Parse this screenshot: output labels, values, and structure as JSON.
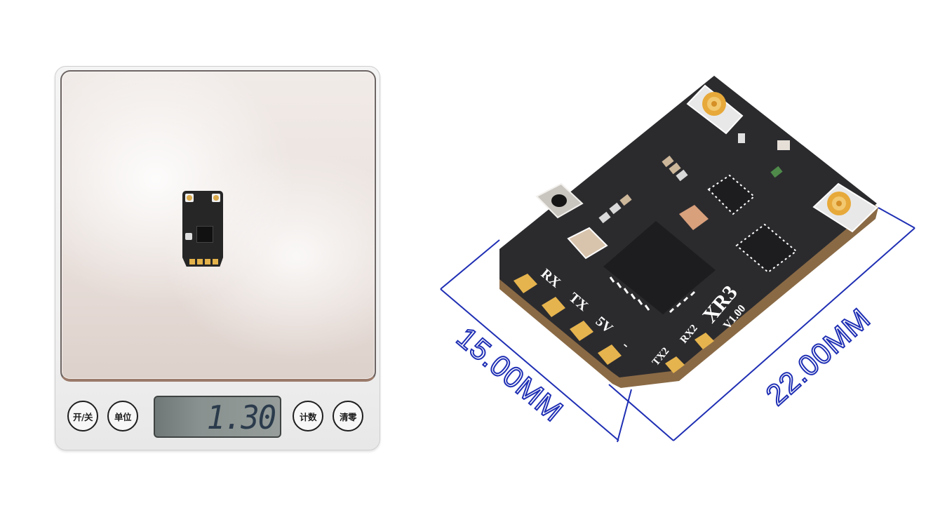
{
  "scene": {
    "description": "Product photo: XR3 receiver weighed on a digital scale (left) and dimensioned PCB close-up (right)"
  },
  "scale": {
    "display_value": "1.30",
    "buttons": [
      {
        "label": "开/关"
      },
      {
        "label": "单位"
      },
      {
        "label": "计数"
      },
      {
        "label": "清零"
      }
    ]
  },
  "pcb": {
    "model": "XR3",
    "version": "V1.00",
    "pad_labels": [
      "RX",
      "TX",
      "5V",
      "-"
    ],
    "side_pad_labels": [
      "TX2",
      "RX2"
    ],
    "colors": {
      "board": "#2a2a2c",
      "pad": "#e6b44e",
      "silkscreen": "#ffffff"
    }
  },
  "dimensions": {
    "width_label": "15.00MM",
    "length_label": "22.00MM",
    "line_color": "#1f2fb4"
  }
}
